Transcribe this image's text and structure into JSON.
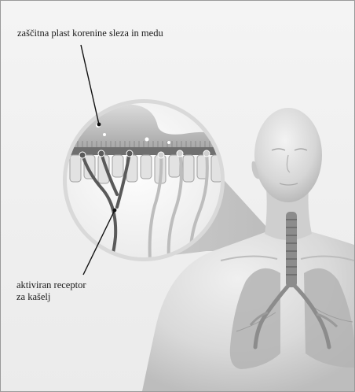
{
  "labels": {
    "coating": "zaščitna plast korenine sleza in medu",
    "receptor_line1": "aktiviran receptor",
    "receptor_line2": "za kašelj"
  }
}
